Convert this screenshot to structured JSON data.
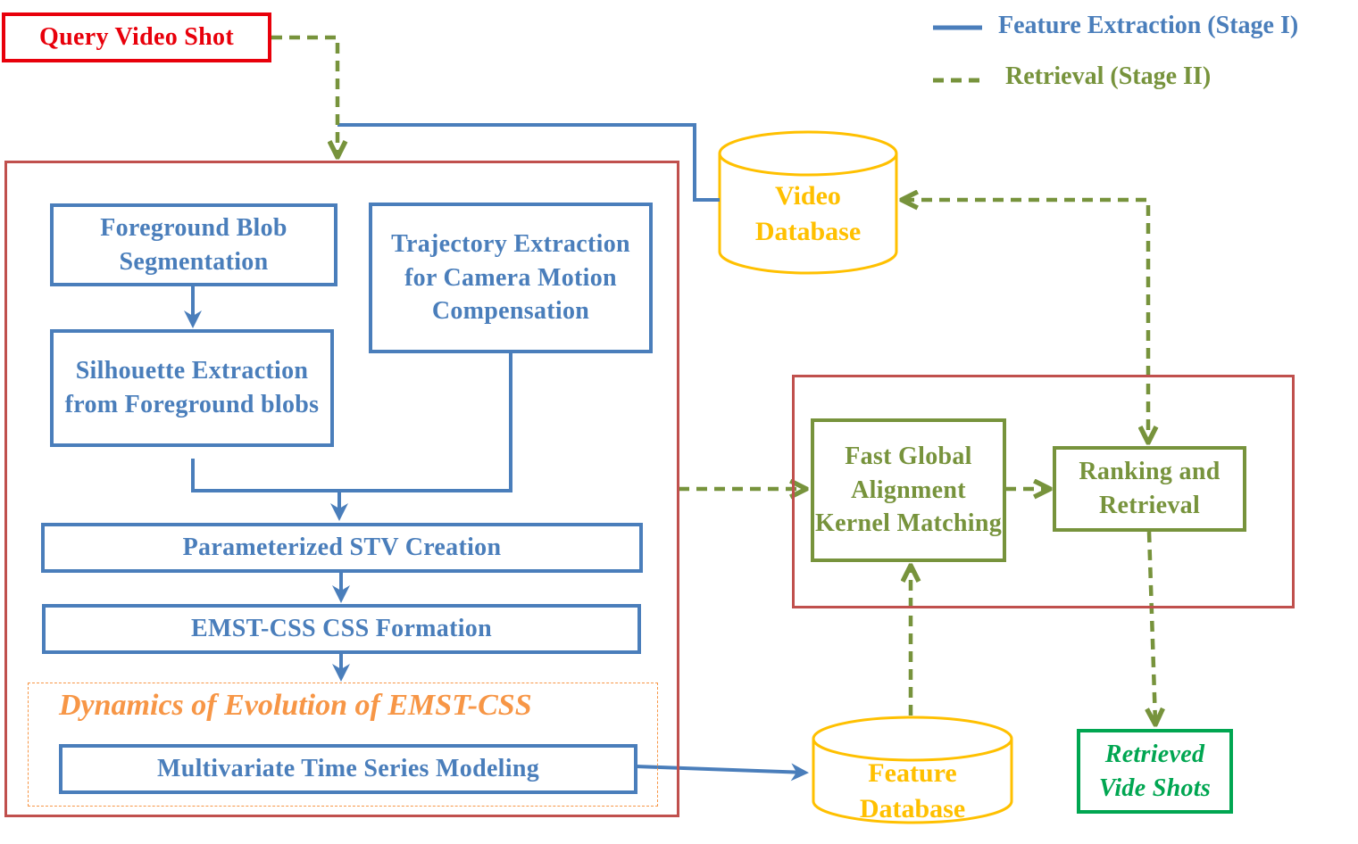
{
  "legend": {
    "solid": {
      "label": "Feature Extraction (Stage I)",
      "color": "#4a7ebb"
    },
    "dashed": {
      "label": "Retrieval (Stage II)",
      "color": "#77933c"
    }
  },
  "query": {
    "label": "Query Video Shot",
    "color": "#e8000b"
  },
  "stage1": {
    "foreground_blob": "Foreground Blob Segmentation",
    "trajectory": "Trajectory Extraction for Camera Motion Compensation",
    "silhouette": "Silhouette Extraction from Foreground blobs",
    "stv": "Parameterized STV Creation",
    "emst": "EMST-CSS CSS Formation",
    "dynamics_title": "Dynamics of Evolution of EMST-CSS",
    "mts": "Multivariate Time Series Modeling"
  },
  "databases": {
    "video": "Video Database",
    "feature": "Feature Database",
    "color": "#ffc000"
  },
  "stage2": {
    "fast_global": "Fast Global Alignment Kernel Matching",
    "ranking": "Ranking and Retrieval"
  },
  "output": {
    "label": "Retrieved Vide Shots",
    "color": "#00a651"
  }
}
